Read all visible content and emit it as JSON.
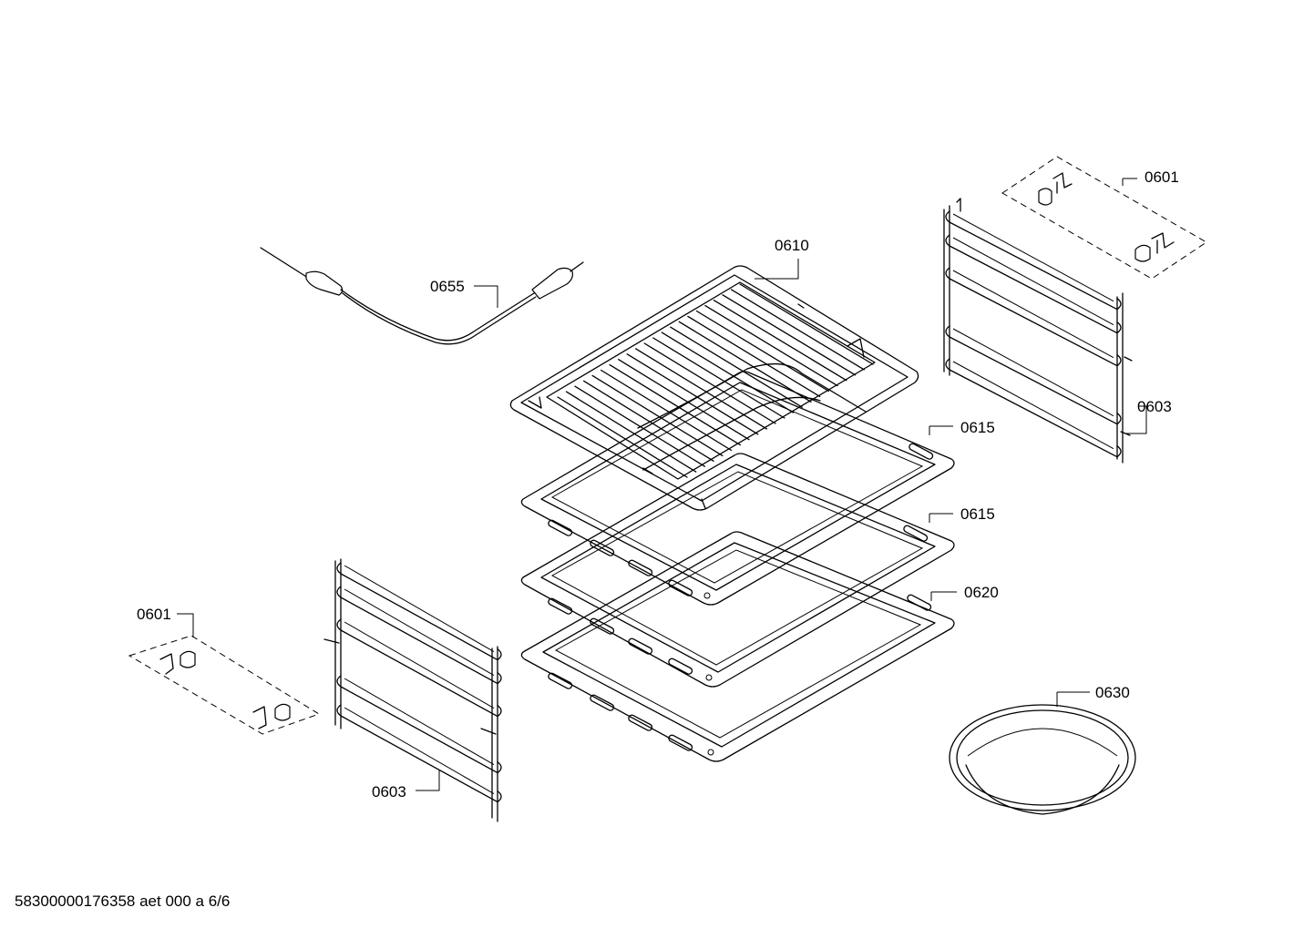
{
  "footer": {
    "doc_id": "58300000176358 aet 000 a 6/6"
  },
  "callouts": {
    "c0601_top": "0601",
    "c0610": "0610",
    "c0655": "0655",
    "c0603_right": "0603",
    "c0615_a": "0615",
    "c0615_b": "0615",
    "c0620": "0620",
    "c0601_left": "0601",
    "c0630": "0630",
    "c0603_left": "0603"
  }
}
